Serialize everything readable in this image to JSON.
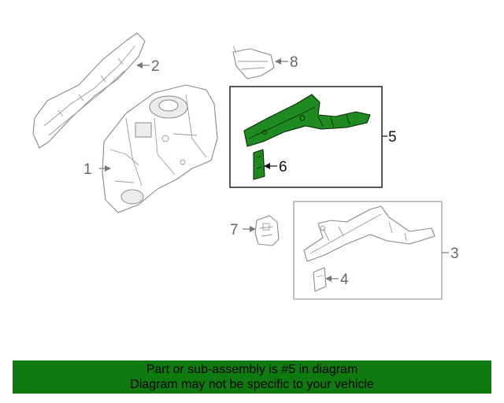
{
  "callouts": {
    "c1": "1",
    "c2": "2",
    "c3": "3",
    "c4": "4",
    "c5": "5",
    "c6": "6",
    "c7": "7",
    "c8": "8"
  },
  "banner": {
    "line1": "Part or sub-assembly is #5 in diagram",
    "line2": "Diagram may not be specific to your vehicle"
  },
  "colors": {
    "highlight": "#1f8a1f",
    "banner": "#0f7a0f"
  }
}
